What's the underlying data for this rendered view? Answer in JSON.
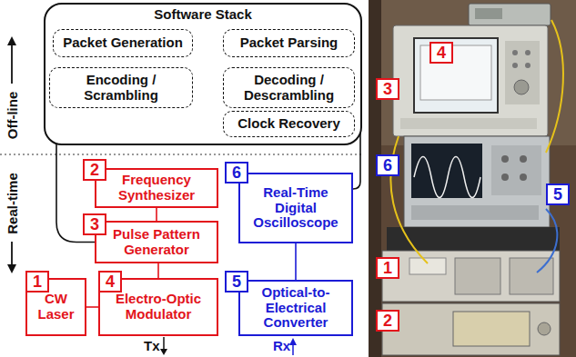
{
  "diagram": {
    "nodes": [
      {
        "text": [
          "Software Stack"
        ]
      },
      {
        "text": [
          "Packet Generation"
        ],
        "in": 0
      },
      {
        "text": [
          "Packet Parsing"
        ],
        "in": 0
      },
      {
        "text": [
          "Encoding / Scrambling"
        ],
        "in": 0
      },
      {
        "text": [
          "Decoding / Descrambling"
        ],
        "in": 0
      },
      {
        "text": [
          "Clock Recovery"
        ],
        "in": 0
      },
      {
        "text": [
          "Frequency Synthesizer"
        ]
      },
      {
        "text": [
          "Pulse Pattern Generator"
        ]
      },
      {
        "text": [
          "Real-Time Digital Oscilloscope"
        ]
      },
      {
        "text": [
          "CW Laser"
        ]
      },
      {
        "text": [
          "Electro-Optic Modulator"
        ]
      },
      {
        "text": [
          "Optical-to-Electrical Converter"
        ]
      }
    ],
    "edges": [
      {
        "from": 6,
        "to": 7,
        "arrow": "none"
      },
      {
        "from": 7,
        "to": 10,
        "arrow": "none"
      },
      {
        "from": 9,
        "to": 10,
        "arrow": "none"
      },
      {
        "from": 11,
        "to": 8,
        "arrow": "none"
      },
      {
        "from": 3,
        "to": 7,
        "arrow": "none"
      },
      {
        "from": 5,
        "to": 8,
        "arrow": "none"
      }
    ],
    "labels": [
      "Off-line",
      "Real-time",
      "2",
      "3",
      "1",
      "4",
      "6",
      "5",
      "Tx",
      "Rx",
      "4",
      "3",
      "6",
      "5",
      "1",
      "2"
    ]
  }
}
